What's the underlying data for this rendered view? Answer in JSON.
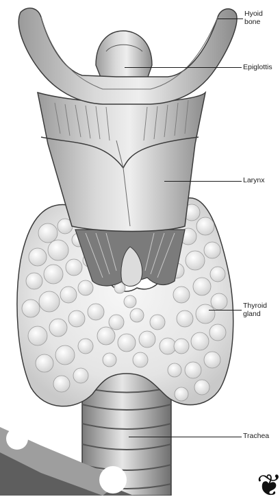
{
  "labels": {
    "hyoid_bone_line1": "Hyoid",
    "hyoid_bone_line2": "bone",
    "epiglottis": "Epiglottis",
    "larynx": "Larynx",
    "thyroid_gland_line1": "Thyroid",
    "thyroid_gland_line2": "gland",
    "trachea": "Trachea"
  },
  "colors": {
    "tissue_light": "#f2f2f2",
    "tissue_mid": "#d6d6d6",
    "tissue_dark": "#8a8a8a",
    "outline": "#3a3a3a",
    "label_text": "#1a1a1a"
  }
}
